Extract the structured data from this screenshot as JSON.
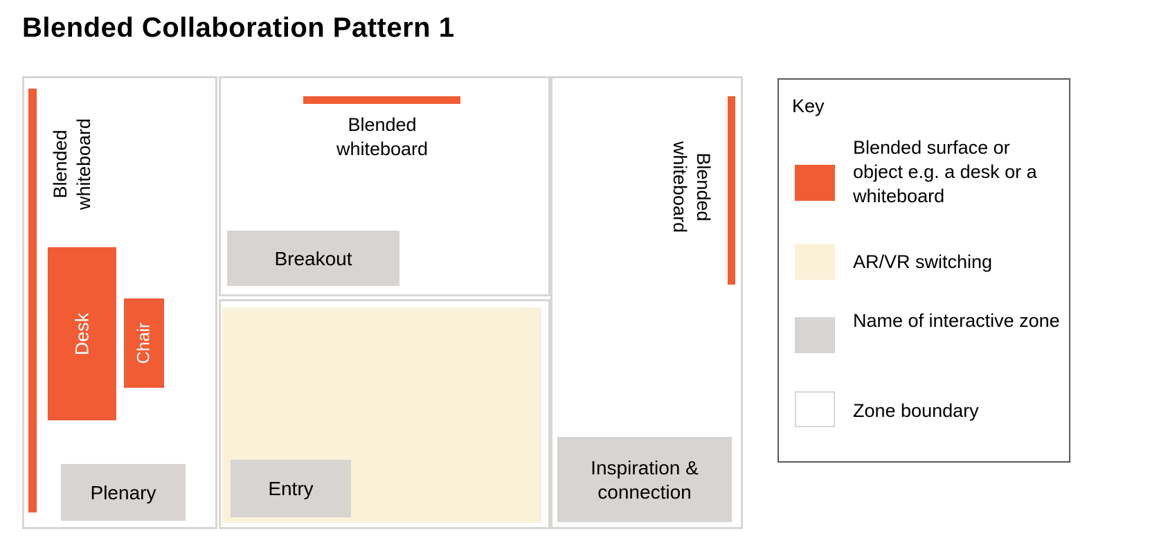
{
  "title": "Blended Collaboration Pattern 1",
  "colors": {
    "blended_surface": "#f15c34",
    "arvr_switching": "#f9f2d9",
    "interactive_zone": "#d7d4d1",
    "zone_border": "#d9d6d3",
    "key_border": "#595959"
  },
  "zones": {
    "left": {
      "whiteboard_label": "Blended whiteboard",
      "desk_label": "Desk",
      "chair_label": "Chair",
      "zone_name": "Plenary"
    },
    "middle_top": {
      "whiteboard_label": "Blended whiteboard",
      "zone_name": "Breakout"
    },
    "middle_bottom": {
      "zone_name": "Entry"
    },
    "right": {
      "whiteboard_label": "Blended whiteboard",
      "zone_name": "Inspiration & connection"
    }
  },
  "key": {
    "title": "Key",
    "items": [
      {
        "swatch": "blended-surface",
        "label": "Blended surface or object e.g. a desk or a whiteboard"
      },
      {
        "swatch": "arvr-switching",
        "label": "AR/VR switching"
      },
      {
        "swatch": "interactive-zone",
        "label": "Name of interactive zone"
      },
      {
        "swatch": "zone-boundary",
        "label": "Zone boundary"
      }
    ]
  }
}
